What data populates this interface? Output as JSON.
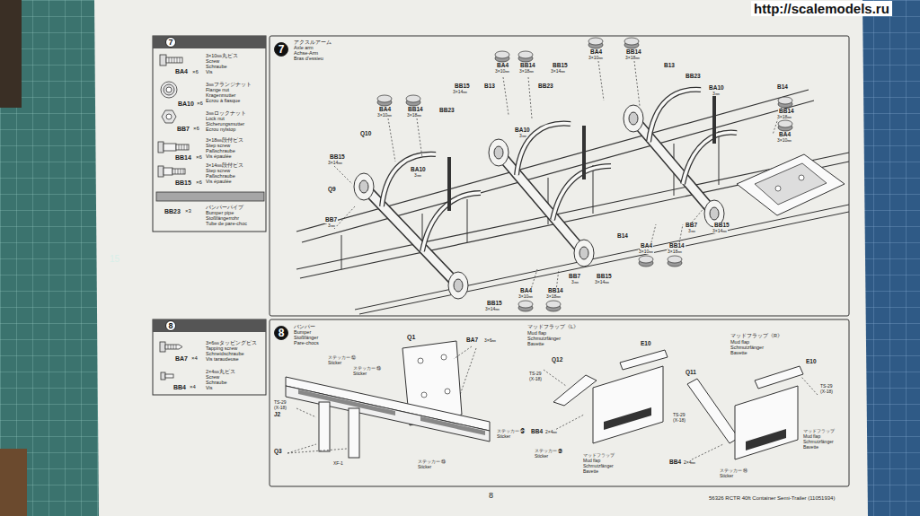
{
  "diagram": {
    "nodes": [
      {
        "text": [
          "7"
        ]
      },
      {
        "text": [
          "7"
        ]
      },
      {
        "text": [
          "8"
        ]
      },
      {
        "text": [
          "8"
        ]
      }
    ],
    "labels": [
      "http://scalemodels.ru",
      "15",
      "BA4",
      "×6",
      "3×10㎜丸ビス",
      "Screw",
      "Schraube",
      "Vis",
      "BA10",
      "×6",
      "3㎜フランジナット",
      "Flange nut",
      "Kragenmutter",
      "Ecrou à flasque",
      "BB7",
      "×6",
      "3㎜ロックナット",
      "Lock nut",
      "Sicherungsmutter",
      "Ecrou nylstop",
      "BB14",
      "×6",
      "3×18㎜段付ビス",
      "Step screw",
      "Paßschraube",
      "Vis épaulée",
      "BB15",
      "×6",
      "3×14㎜段付ビス",
      "Step screw",
      "Paßschraube",
      "Vis épaulée",
      "BB23",
      "×3",
      "バンパーパイプ",
      "Bumper pipe",
      "Stoßfängerrohr",
      "Tube de pare-choc",
      "アクスルアーム",
      "Axle arm",
      "Achse-Arm",
      "Bras d'essieu",
      "BA4",
      "3×10㎜",
      "BB14",
      "3×18㎜",
      "BB15",
      "3×14㎜",
      "BA4",
      "3×10㎜",
      "BB14",
      "3×18㎜",
      "B13",
      "BB23",
      "BA10",
      "3㎜",
      "B14",
      "BB14",
      "3×18㎜",
      "BA4",
      "3×10㎜",
      "BA4",
      "3×10㎜",
      "BB14",
      "3×18㎜",
      "BB15",
      "3×14㎜",
      "B13",
      "BB23",
      "BB23",
      "BA10",
      "3㎜",
      "Q10",
      "BB15",
      "3×14㎜",
      "BA10",
      "3㎜",
      "Q9",
      "BB7",
      "3㎜",
      "BB7",
      "3㎜",
      "BB15",
      "3×14㎜",
      "B14",
      "BA4",
      "3×10㎜",
      "BB14",
      "3×18㎜",
      "BB7",
      "3㎜",
      "BB15",
      "3×14㎜",
      "BA4",
      "3×10㎜",
      "BB14",
      "3×18㎜",
      "BB15",
      "3×14㎜",
      "BA7",
      "×4",
      "3×6㎜タッピングビス",
      "Tapping screw",
      "Schneidschraube",
      "Vis taraudeuse",
      "BB4",
      "×4",
      "2×4㎜丸ビス",
      "Screw",
      "Schraube",
      "Vis",
      "バンパー",
      "Bumper",
      "Stoßfänger",
      "Pare-chocs",
      "Q1",
      "BA7",
      "3×6㎜",
      "ステッカー ⑫",
      "Sticker",
      "ステッカー ⑬",
      "Sticker",
      "TS-29",
      "(X-18)",
      "J2",
      "Q3",
      "XF-1",
      "ステッカー ㉖",
      "Sticker",
      "ステッカー ⑬",
      "Sticker",
      "マッドフラップ《L》",
      "Mud flap",
      "Schmutzfänger",
      "Bavette",
      "Q12",
      "E10",
      "TS-29",
      "(X-18)",
      "BB4",
      "2×4㎜",
      "ステッカー ㉔",
      "Sticker",
      "マッドフラップ",
      "Mud flap",
      "Schmutzfänger",
      "Bavette",
      "TS-29",
      "(X-18)",
      "マッドフラップ《R》",
      "Mud flap",
      "Schmutzfänger",
      "Bavette",
      "Q11",
      "E10",
      "TS-29",
      "(X-18)",
      "BB4",
      "2×4㎜",
      "ステッカー ⑭",
      "Sticker",
      "マッドフラップ",
      "Mud flap",
      "Schmutzfänger",
      "Bavette",
      "8",
      "56326 RCTR 40ft Container Semi-Trailer (11051934)"
    ]
  }
}
